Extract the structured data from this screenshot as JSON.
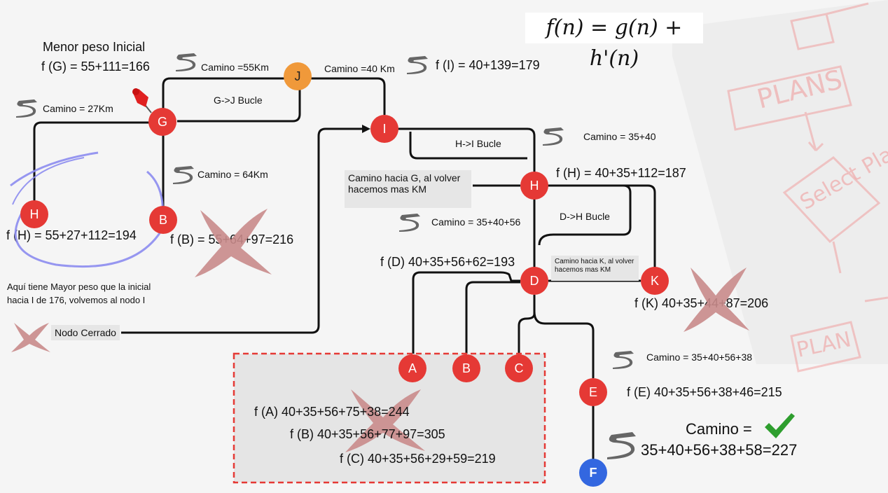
{
  "formula": "f(n) = g(n) + h'(n)",
  "nodes": {
    "G": "G",
    "J": "J",
    "I": "I",
    "H_left": "H",
    "B_left": "B",
    "H": "H",
    "D": "D",
    "K": "K",
    "A": "A",
    "B": "B",
    "C": "C",
    "E": "E",
    "F": "F"
  },
  "labels": {
    "menor_peso": "Menor peso Inicial",
    "fG": "f (G) = 55+111=166",
    "camino_55": "Camino =55Km",
    "camino_40": "Camino =40 Km",
    "fI": "f (I) = 40+139=179",
    "camino_27": "Camino = 27Km",
    "gj_bucle": "G->J Bucle",
    "hi_bucle": "H->I Bucle",
    "camino_35_40": "Camino = 35+40",
    "camino_64": "Camino = 64Km",
    "fH_right": "f (H) = 40+35+112=187",
    "box_g_line1": "Camino hacia G, al volver",
    "box_g_line2": "hacemos mas KM",
    "camino_35_40_56": "Camino = 35+40+56",
    "dh_bucle": "D->H Bucle",
    "fH_left": "f (H) = 55+27+112=194",
    "fB_left": "f (B) = 55+64+97=216",
    "fD": "f (D) 40+35+56+62=193",
    "box_k_line1": "Camino hacia K, al volver",
    "box_k_line2": "hacemos mas KM",
    "fK": "f (K) 40+35+44+87=206",
    "aqui_line1": "Aquí tiene Mayor peso que la  inicial",
    "aqui_line2": "hacia I de 176, volvemos al nodo I",
    "nodo_cerrado": "Nodo Cerrado",
    "camino_35_40_56_38": "Camino = 35+40+56+38",
    "fE": "f (E) 40+35+56+38+46=215",
    "fA": "f (A) 40+35+56+75+38=244",
    "fB": "f (B) 40+35+56+77+97=305",
    "fC": "f (C) 40+35+56+29+59=219",
    "camino_final_label": "Camino =",
    "camino_final_value": "35+40+56+38+58=227"
  },
  "background_sketch": [
    "PLANS",
    "Select Plan",
    "PLAN"
  ],
  "colors": {
    "node_red": "#e53935",
    "node_orange": "#f0993a",
    "node_blue": "#3367e0",
    "cross": "#c98b8b",
    "check": "#2e9e2e",
    "dashed_box": "#e53935",
    "ellipse": "#8c8cf0"
  }
}
